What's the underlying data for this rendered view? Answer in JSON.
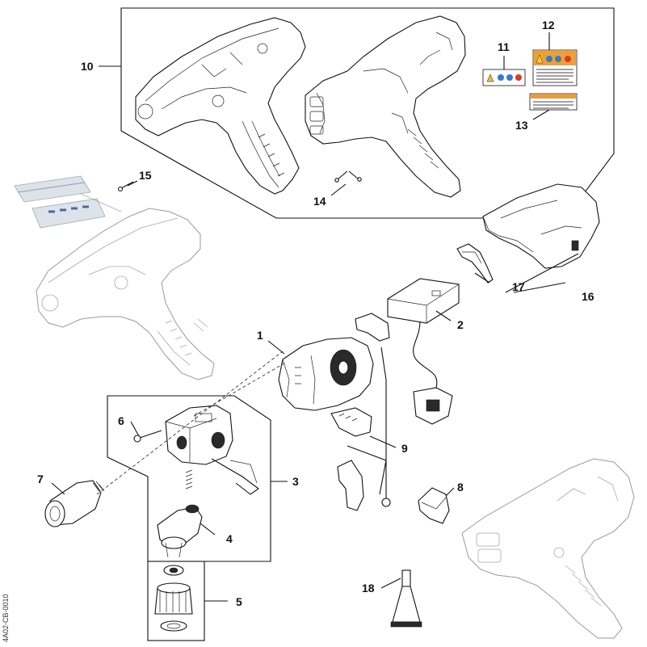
{
  "diagram": {
    "callouts": [
      "1",
      "2",
      "3",
      "4",
      "5",
      "6",
      "7",
      "8",
      "9",
      "10",
      "11",
      "12",
      "13",
      "14",
      "15",
      "16",
      "17",
      "18"
    ],
    "drawing_code": "4A02-CB-0010",
    "colors": {
      "line": "#111111",
      "ghost_outline": "#9a9a9a",
      "label_12_orange": "#f0a030",
      "label_13_orange": "#f29b2b",
      "label_blue": "#3a78c8",
      "label_red": "#d83a2a"
    }
  }
}
